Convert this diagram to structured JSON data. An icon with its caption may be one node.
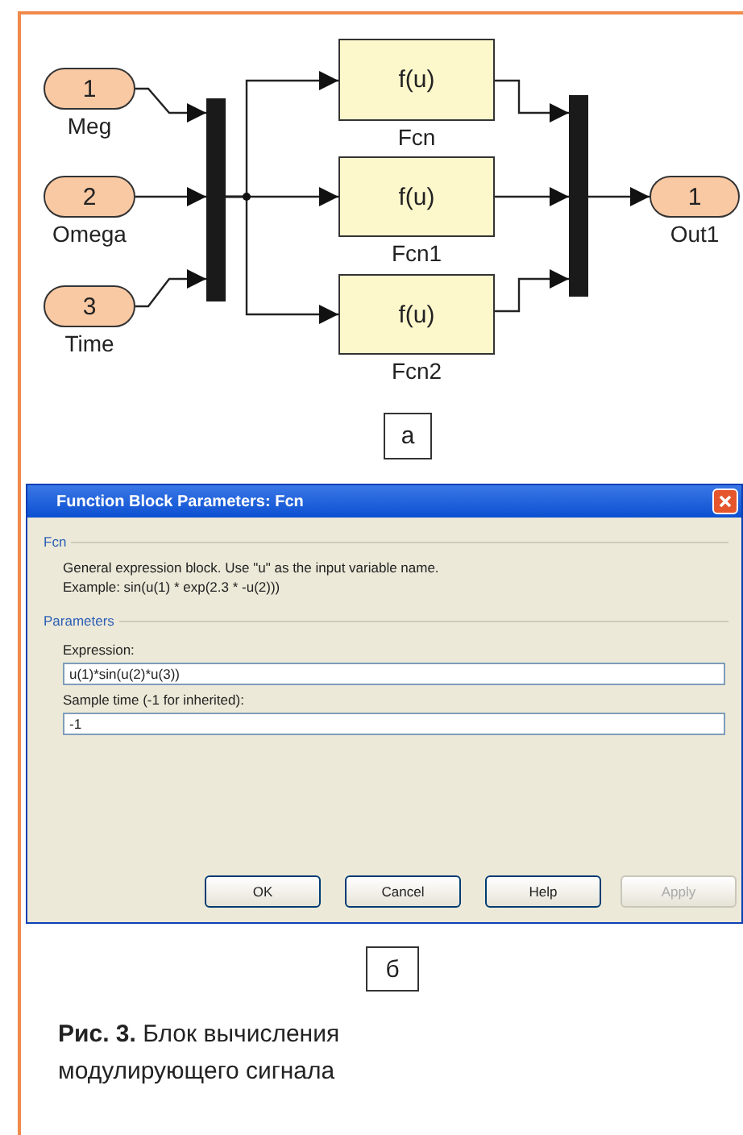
{
  "diagram": {
    "caption": "**Рис. 3.** Блок вычисления модулирующего сигнала",
    "nodes": [
      {
        "text": [
          "1",
          "Meg"
        ]
      },
      {
        "text": [
          "2",
          "Omega"
        ]
      },
      {
        "text": [
          "3",
          "Time"
        ]
      },
      {
        "text": [],
        "shape": "bar"
      },
      {
        "text": [
          "f(u)",
          "Fcn"
        ]
      },
      {
        "text": [
          "f(u)",
          "Fcn1"
        ]
      },
      {
        "text": [
          "f(u)",
          "Fcn2"
        ]
      },
      {
        "text": [],
        "shape": "bar"
      },
      {
        "text": [
          "1",
          "Out1"
        ]
      }
    ],
    "edges": [
      {
        "from": 0,
        "to": 3,
        "arrow": "to"
      },
      {
        "from": 1,
        "to": 3,
        "arrow": "to"
      },
      {
        "from": 2,
        "to": 3,
        "arrow": "to"
      },
      {
        "from": 3,
        "to": 4,
        "arrow": "to"
      },
      {
        "from": 3,
        "to": 5,
        "arrow": "to"
      },
      {
        "from": 3,
        "to": 6,
        "arrow": "to"
      },
      {
        "from": 4,
        "to": 7,
        "arrow": "to"
      },
      {
        "from": 5,
        "to": 7,
        "arrow": "to"
      },
      {
        "from": 6,
        "to": 7,
        "arrow": "to"
      },
      {
        "from": 7,
        "to": 8,
        "arrow": "to"
      }
    ],
    "labels": [
      "а",
      "Function Block Parameters: Fcn",
      "Fcn",
      "General expression block. Use \"u\" as the input variable name.",
      "Example: sin(u(1) * exp(2.3 * -u(2)))",
      "Parameters",
      "Expression:",
      "u(1)*sin(u(2)*u(3))",
      "Sample time (-1 for inherited):",
      "-1",
      "OK",
      "Cancel",
      "Help",
      "Apply",
      "б"
    ]
  }
}
